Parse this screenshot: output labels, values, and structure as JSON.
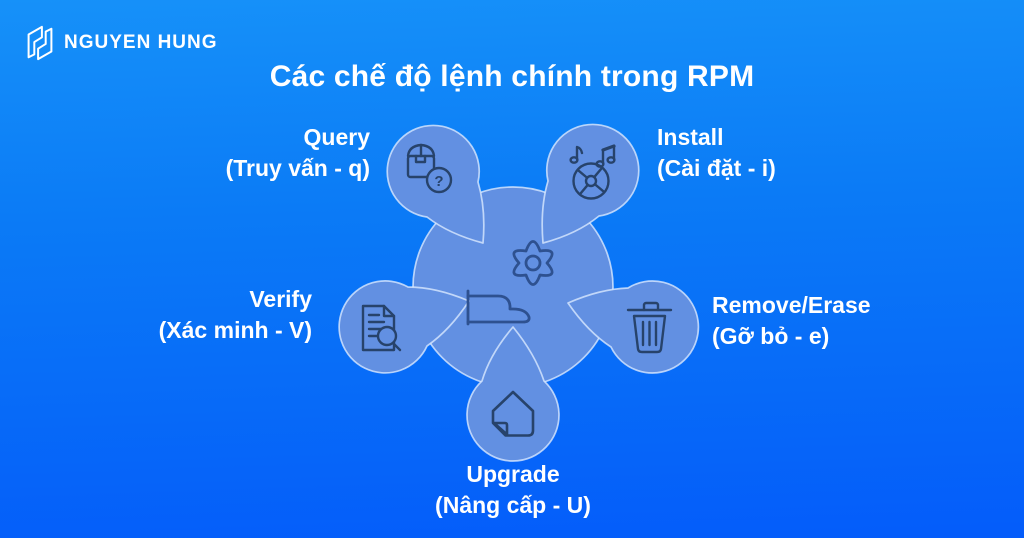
{
  "brand": {
    "name": "NGUYEN HUNG"
  },
  "title": "Các chế độ lệnh chính trong RPM",
  "colors": {
    "background_top": "#1691F9",
    "background_bottom": "#045CFA",
    "bubble_fill": "#6290E2",
    "bubble_stroke": "#D9E8FF",
    "satellite_icon_stroke": "#27436B",
    "center_icon_stroke": "#2E5190",
    "text": "#FFFFFF"
  },
  "center": {
    "icons": [
      "gear-icon",
      "fedora-hat-icon"
    ]
  },
  "nodes": [
    {
      "id": "query",
      "label": "Query",
      "sublabel": "(Truy vấn - q)",
      "icon": "package-question-icon"
    },
    {
      "id": "install",
      "label": "Install",
      "sublabel": "(Cài đặt - i)",
      "icon": "music-disc-icon"
    },
    {
      "id": "verify",
      "label": "Verify",
      "sublabel": "(Xác minh - V)",
      "icon": "document-search-icon"
    },
    {
      "id": "remove",
      "label": "Remove/Erase",
      "sublabel": "(Gỡ bỏ - e)",
      "icon": "trash-icon"
    },
    {
      "id": "upgrade",
      "label": "Upgrade",
      "sublabel": "(Nâng cấp - U)",
      "icon": "upgrade-arrow-icon"
    }
  ],
  "glyphs": {
    "question_mark": "?"
  }
}
